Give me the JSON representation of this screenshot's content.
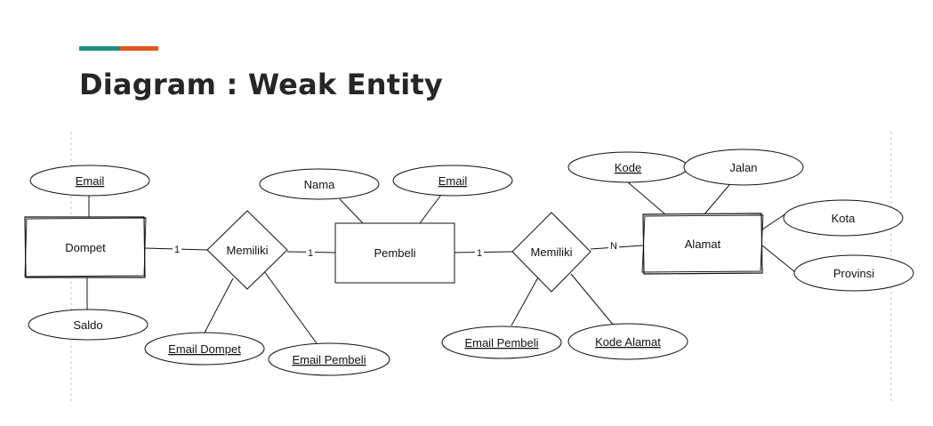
{
  "slide": {
    "title": "Diagram : Weak Entity",
    "accent_colors": [
      "#1f8f82",
      "#e0571b"
    ]
  },
  "diagram": {
    "entities": {
      "dompet": "Dompet",
      "pembeli": "Pembeli",
      "alamat": "Alamat"
    },
    "relationships": {
      "memiliki_1": "Memiliki",
      "memiliki_2": "Memiliki"
    },
    "attributes": {
      "dompet_email": "Email",
      "dompet_saldo": "Saldo",
      "pembeli_nama": "Nama",
      "pembeli_email": "Email",
      "alamat_kode": "Kode",
      "alamat_jalan": "Jalan",
      "alamat_kota": "Kota",
      "alamat_provinsi": "Provinsi",
      "rel1_email_dompet": "Email Dompet",
      "rel1_email_pembeli": "Email Pembeli",
      "rel2_email_pembeli": "Email Pembeli",
      "rel2_kode_alamat": "Kode Alamat"
    },
    "cardinalities": {
      "dompet_rel1": "1",
      "rel1_pembeli": "1",
      "pembeli_rel2": "1",
      "rel2_alamat": "N"
    }
  }
}
